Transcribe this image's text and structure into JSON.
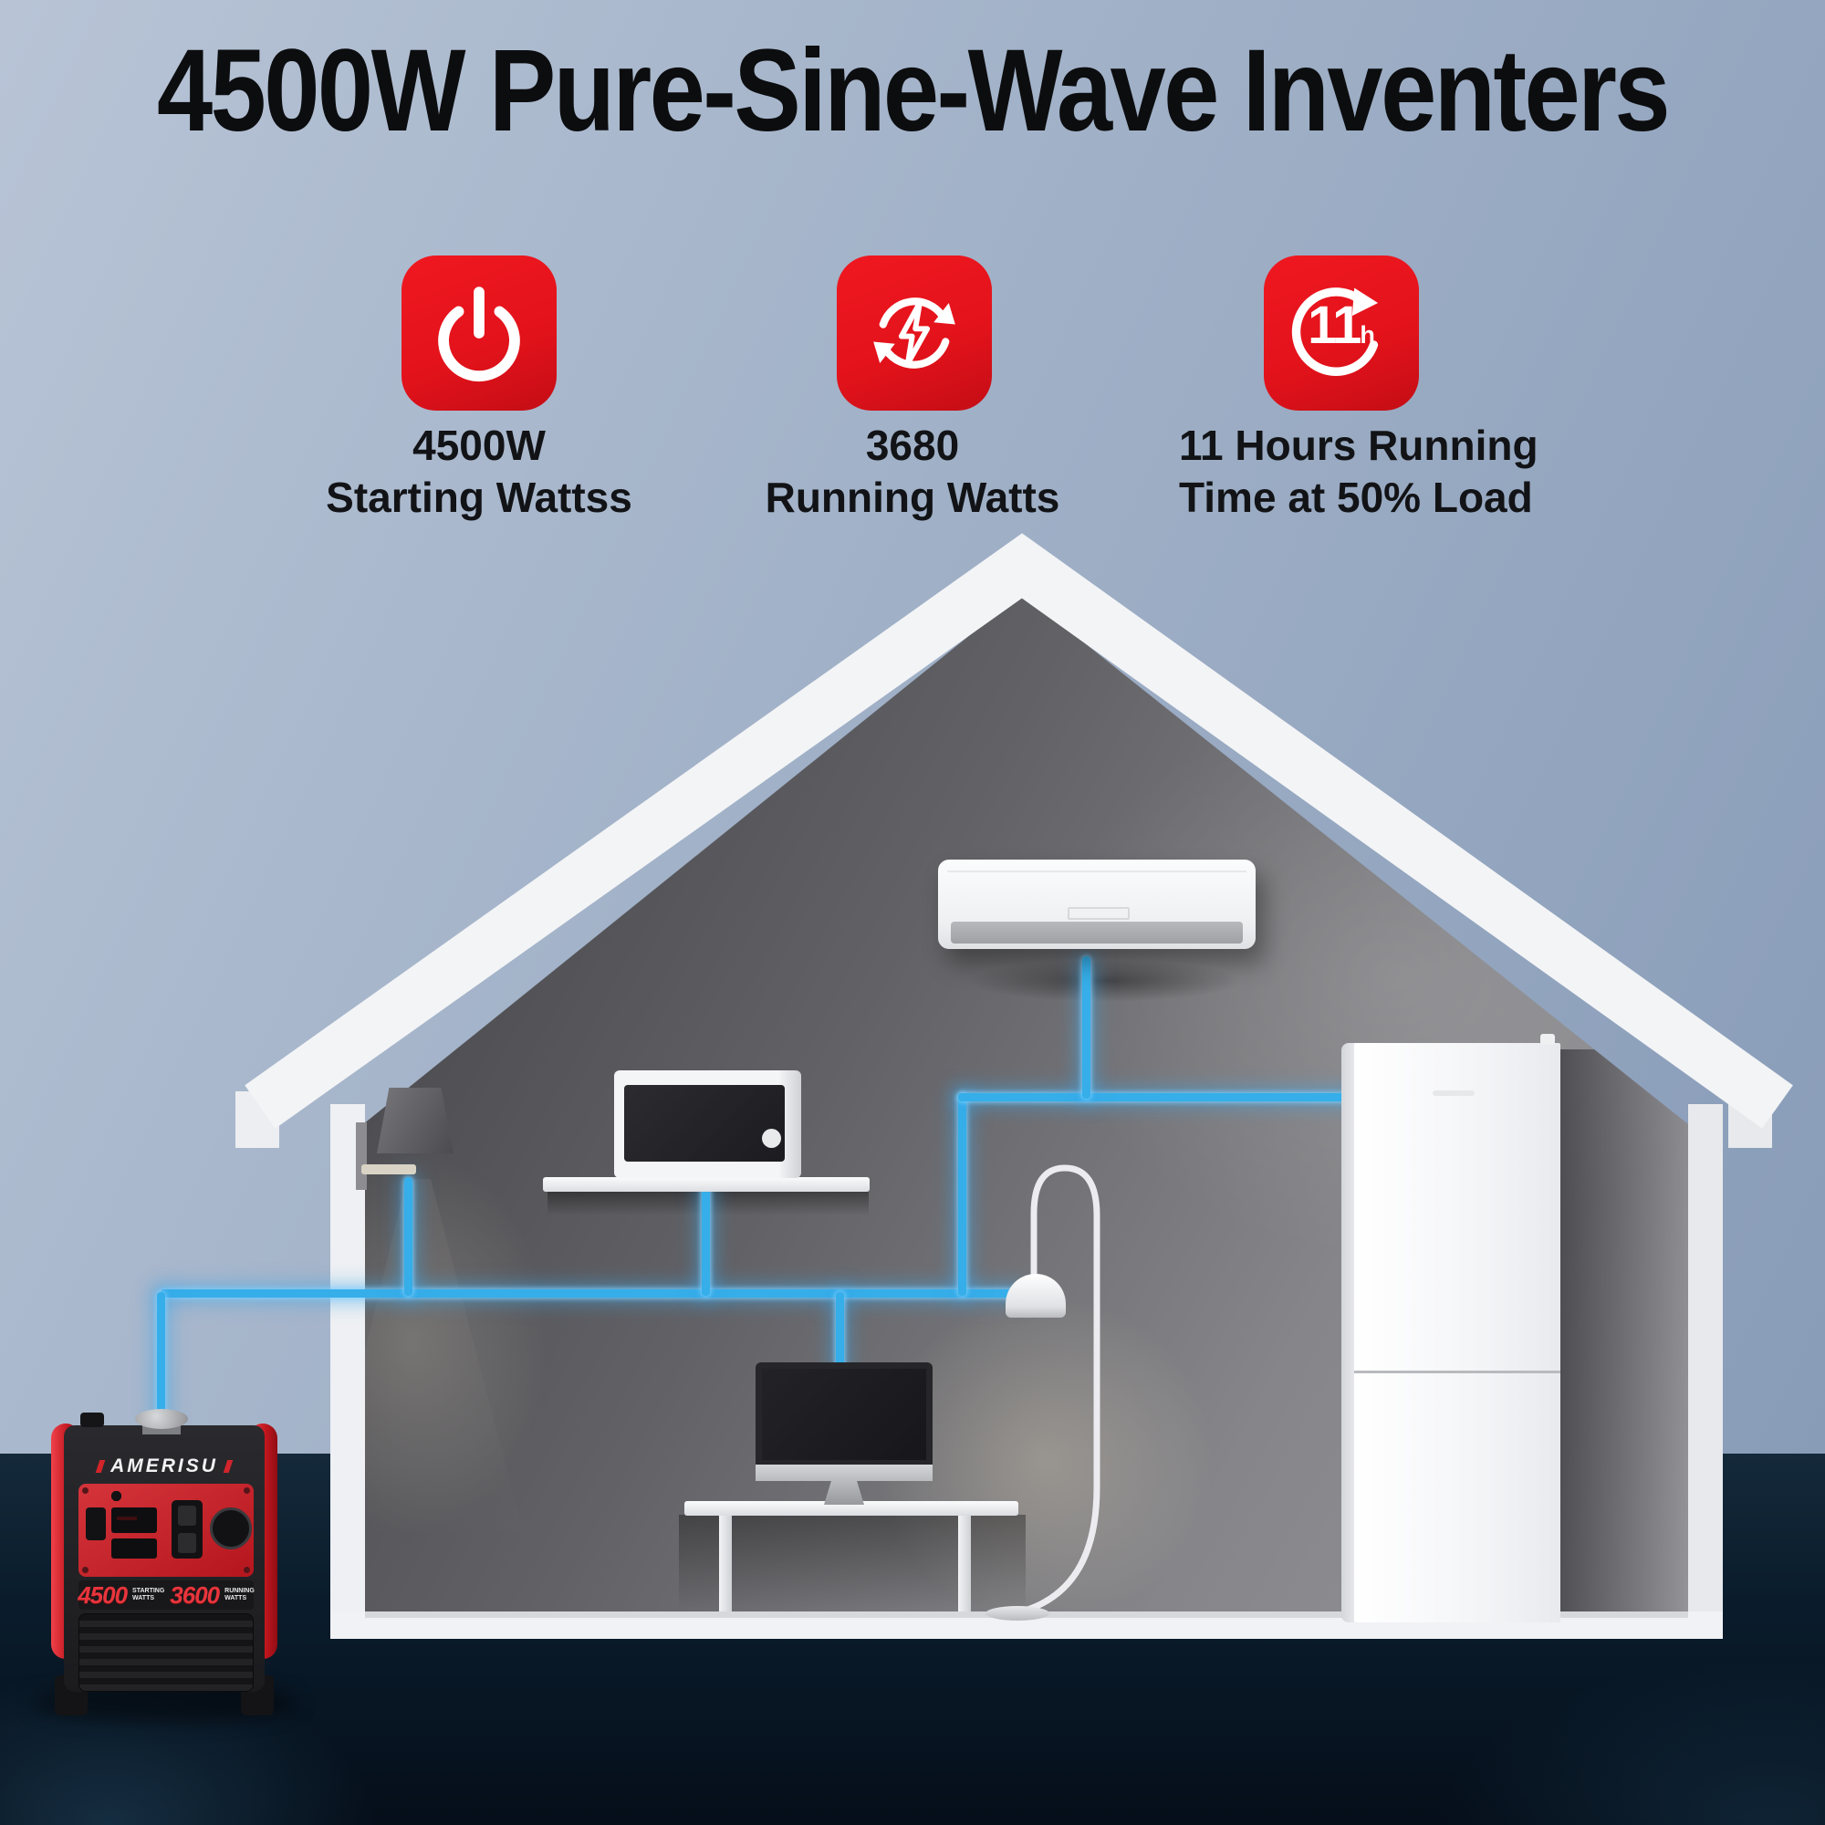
{
  "title": "4500W Pure-Sine-Wave Inventers",
  "features": [
    {
      "icon": "power-icon",
      "line1": "4500W",
      "line2": "Starting Wattss"
    },
    {
      "icon": "transfer-bolt-icon",
      "line1": "3680",
      "line2": "Running Watts"
    },
    {
      "icon": "runtime-clock-icon",
      "badge": "11",
      "badge_unit": "h",
      "line1": "11 Hours Running",
      "line2": "Time at 50% Load"
    }
  ],
  "generator": {
    "brand": "AMERISU",
    "starting_watts": "4500",
    "starting_label": "STARTING WATTS",
    "running_watts": "3600",
    "running_label": "RUNNING WATTS"
  },
  "scene": {
    "appliances": [
      "air-conditioner",
      "microwave",
      "wall-lamp",
      "desktop-monitor",
      "floor-lamp",
      "refrigerator"
    ]
  },
  "colors": {
    "accent_red": "#e2121b",
    "wire_blue": "#35aee9",
    "sky_top": "#b8c4d6",
    "sky_bottom": "#8599b6",
    "ground_navy": "#0a1c2c",
    "house_white": "#f2f3f5",
    "title_text": "#0c0d0f"
  }
}
